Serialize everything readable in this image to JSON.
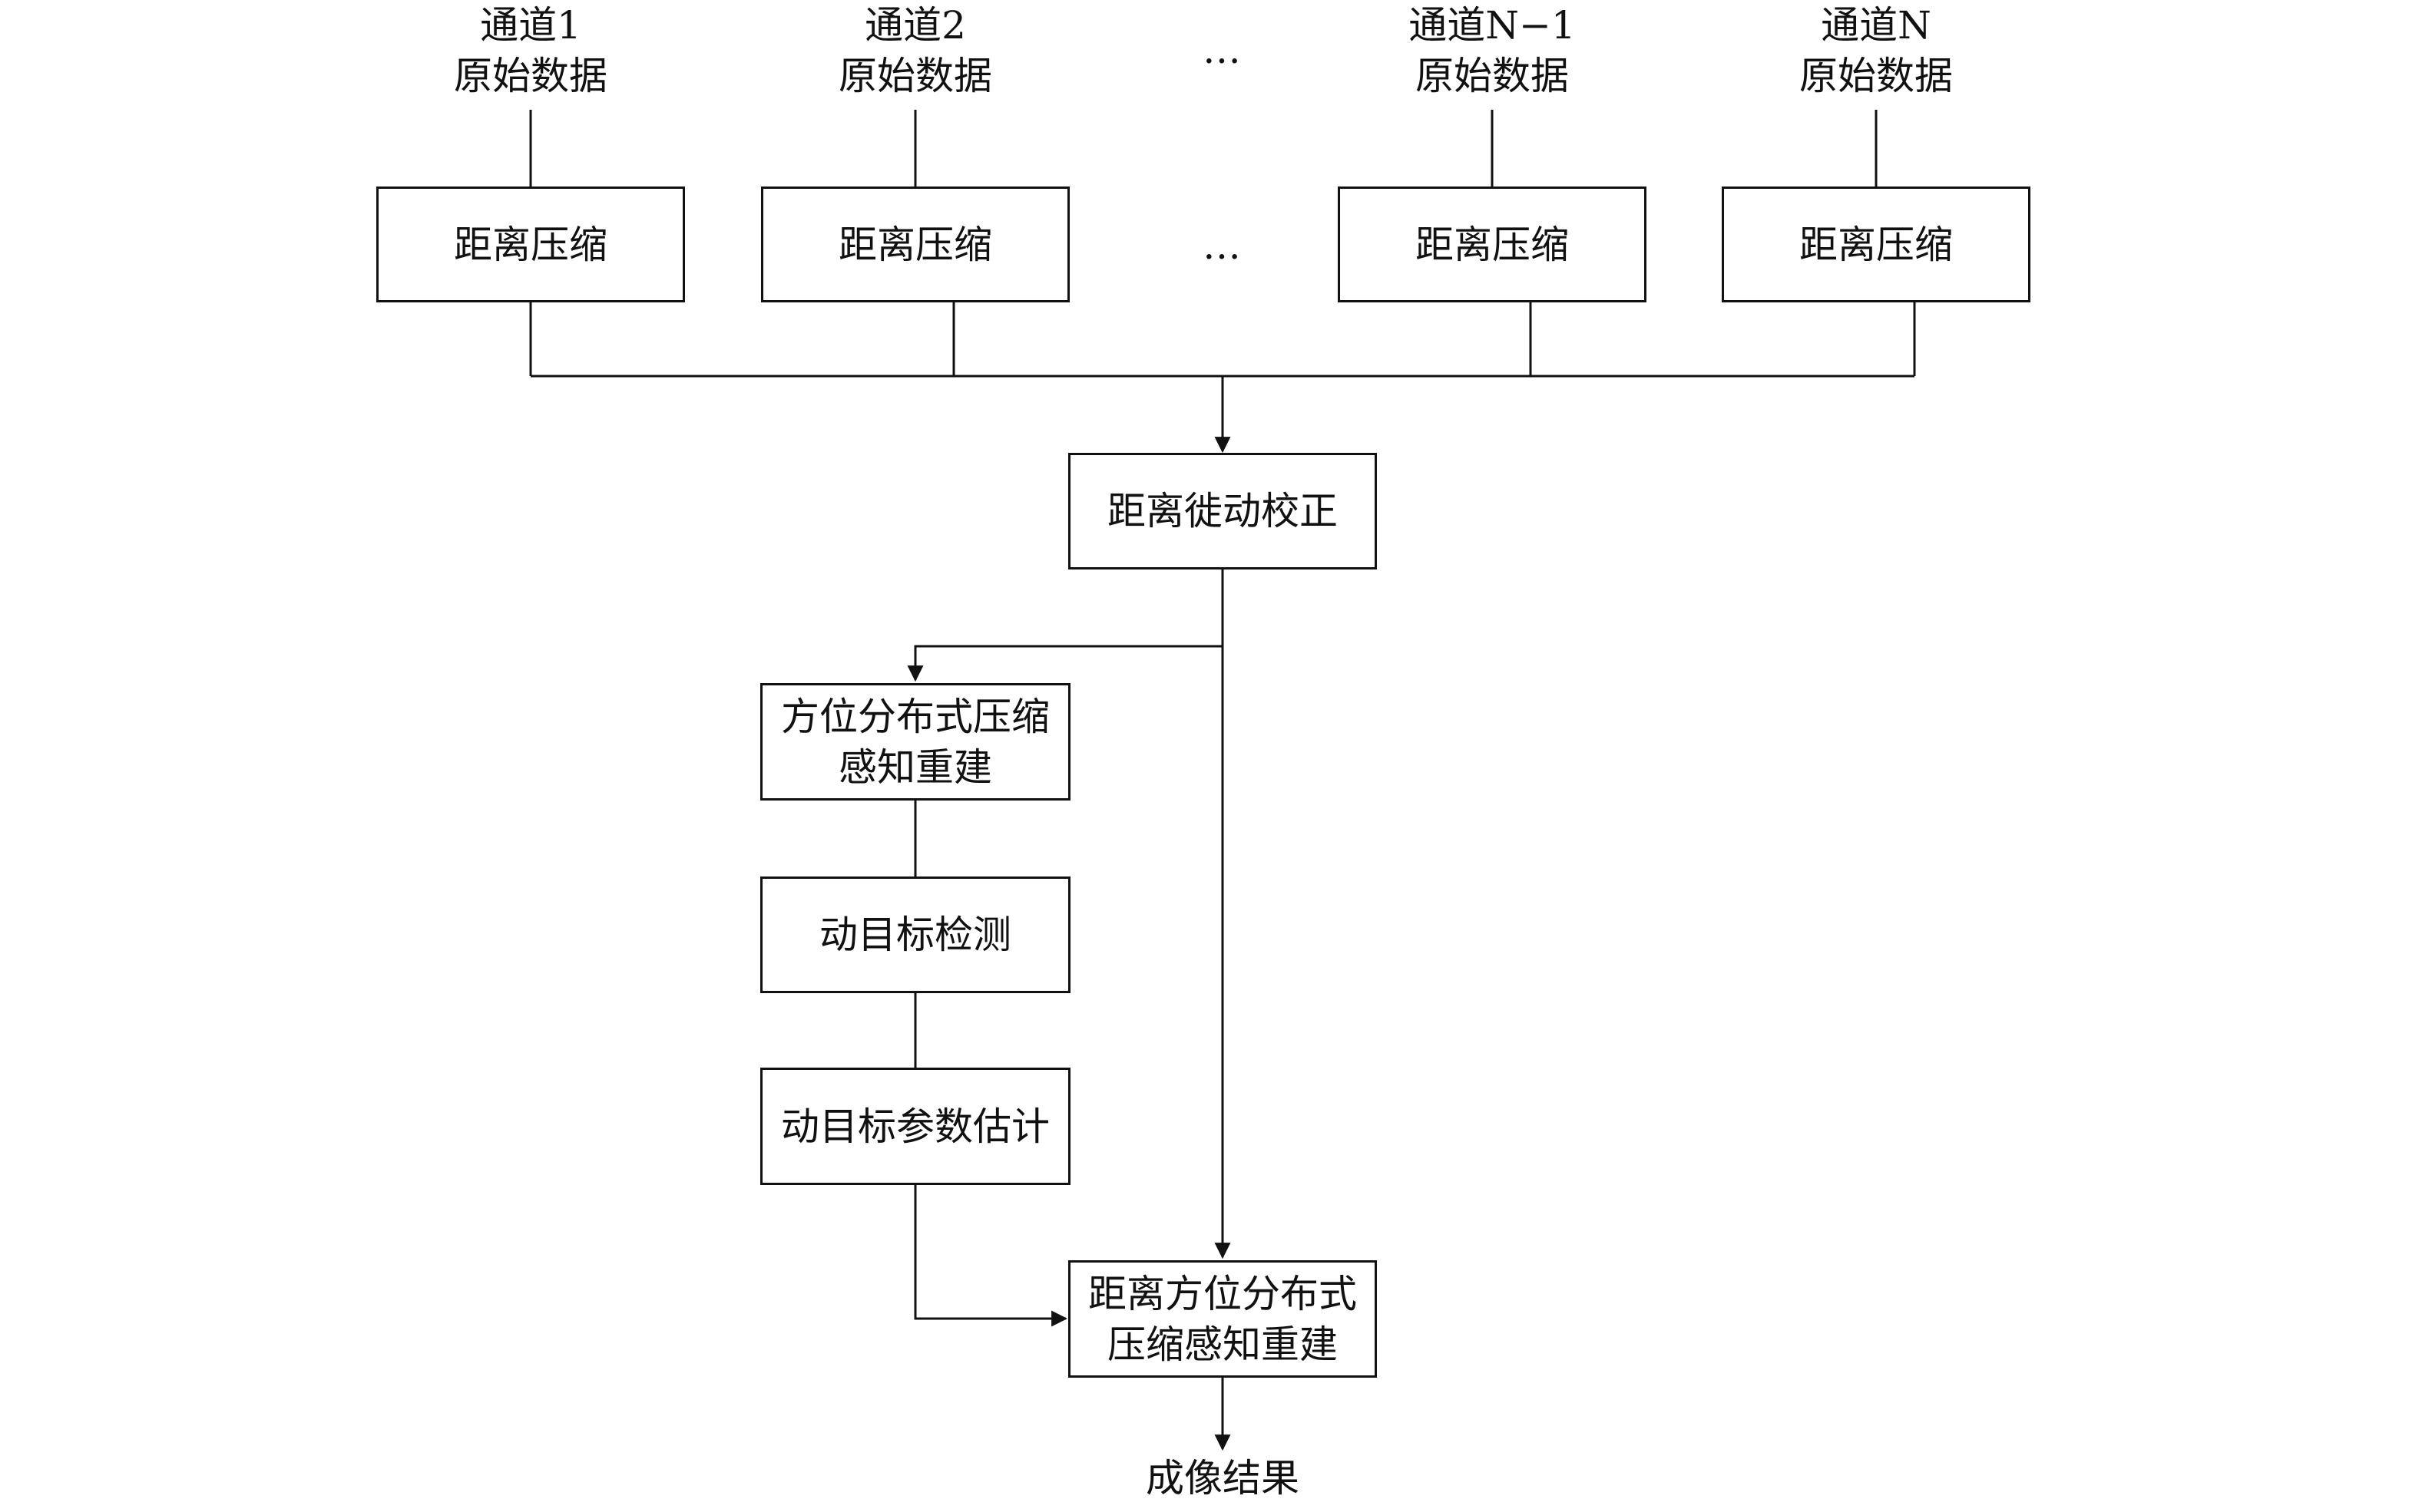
{
  "inputs": [
    {
      "line1": "通道1",
      "line2": "原始数据"
    },
    {
      "line1": "通道2",
      "line2": "原始数据"
    },
    {
      "line1": "通道N−1",
      "line2": "原始数据"
    },
    {
      "line1": "通道N",
      "line2": "原始数据"
    }
  ],
  "ellipsis": "…",
  "range_compress": [
    "距离压缩",
    "距离压缩",
    "距离压缩",
    "距离压缩"
  ],
  "rcmc": "距离徙动校正",
  "azimuth_cs": {
    "line1": "方位分布式压缩",
    "line2": "感知重建"
  },
  "mt_detect": "动目标检测",
  "mt_param": "动目标参数估计",
  "final_cs": {
    "line1": "距离方位分布式",
    "line2": "压缩感知重建"
  },
  "output": "成像结果"
}
